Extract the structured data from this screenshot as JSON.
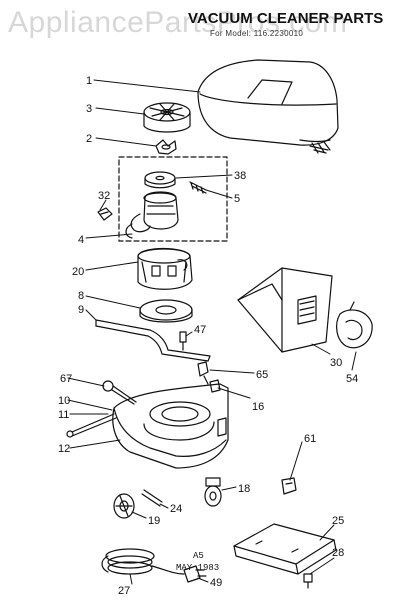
{
  "header": {
    "watermark": "AppliancePartsPros.com",
    "title": "VACUUM CLEANER PARTS",
    "subtitle": "For Model: 116.2230010"
  },
  "footer": {
    "code": "A5",
    "date": "MAY 1983"
  },
  "callouts": [
    "1",
    "3",
    "2",
    "38",
    "5",
    "32",
    "4",
    "20",
    "8",
    "9",
    "47",
    "30",
    "54",
    "65",
    "16",
    "67",
    "10",
    "11",
    "12",
    "61",
    "18",
    "24",
    "19",
    "25",
    "28",
    "27",
    "49"
  ]
}
